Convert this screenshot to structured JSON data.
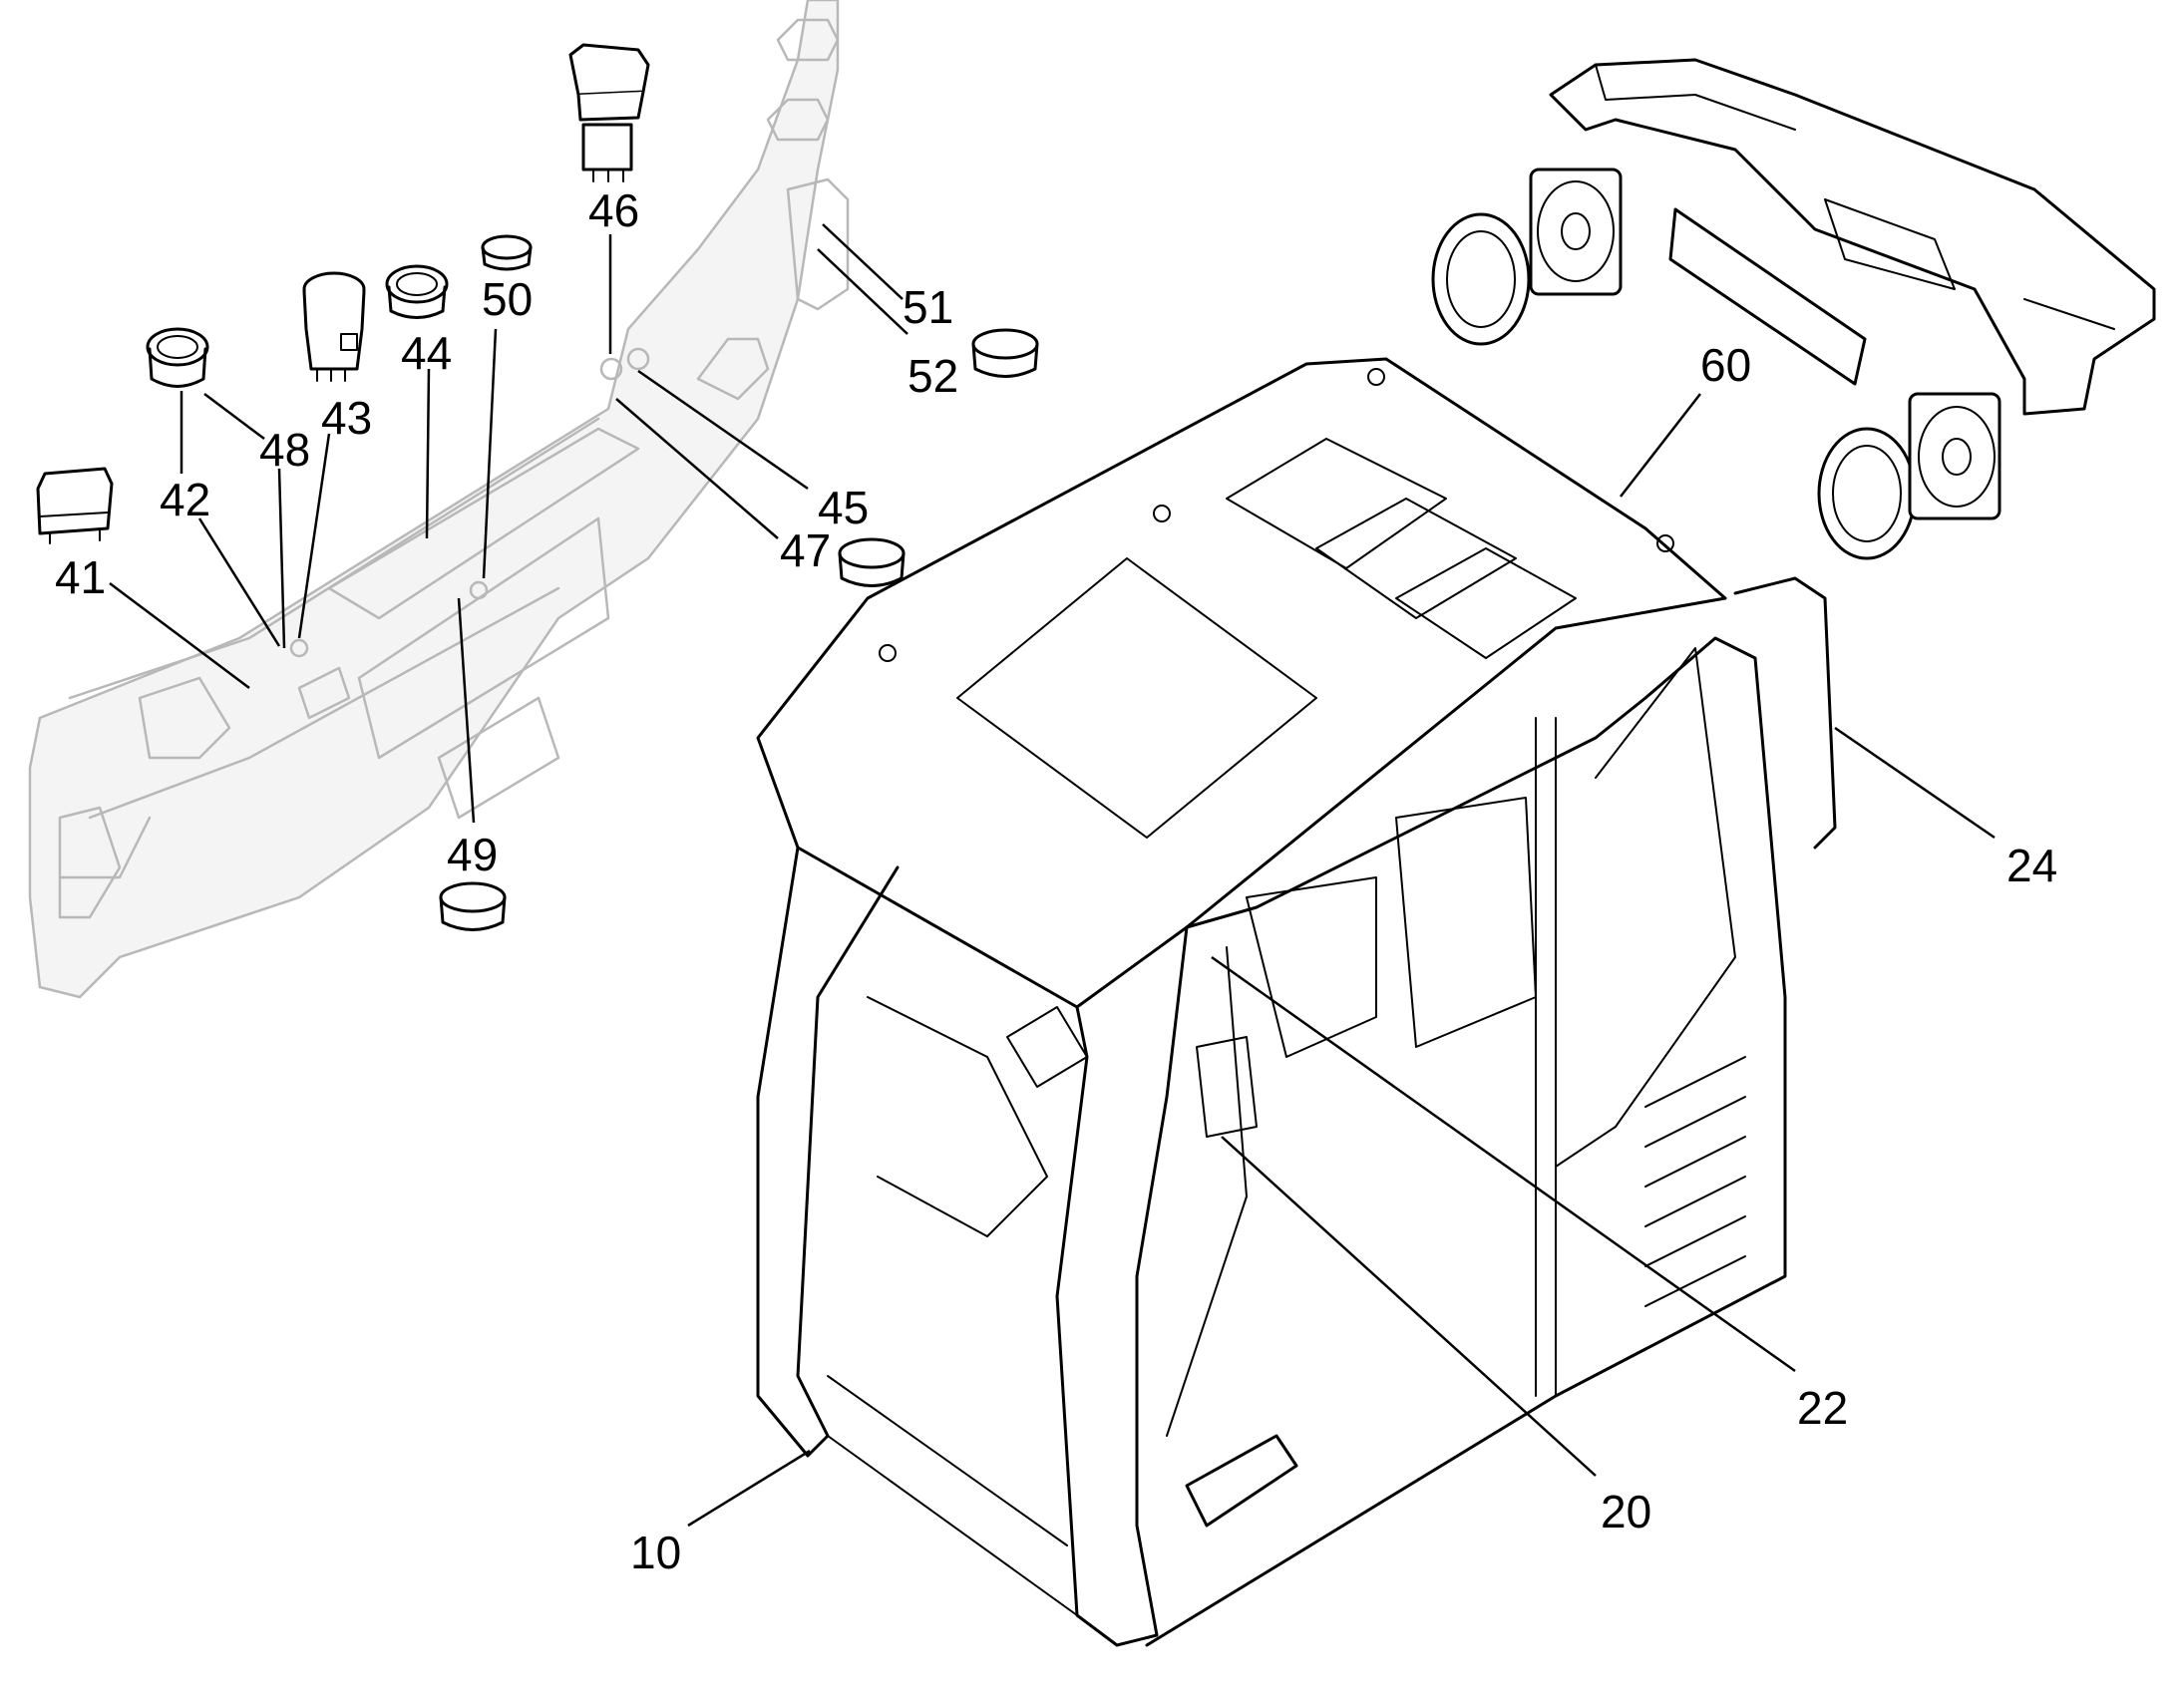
{
  "callouts": [
    {
      "id": "c10",
      "text": "10"
    },
    {
      "id": "c20",
      "text": "20"
    },
    {
      "id": "c22",
      "text": "22"
    },
    {
      "id": "c24",
      "text": "24"
    },
    {
      "id": "c41",
      "text": "41"
    },
    {
      "id": "c42",
      "text": "42"
    },
    {
      "id": "c43",
      "text": "43"
    },
    {
      "id": "c44",
      "text": "44"
    },
    {
      "id": "c45",
      "text": "45"
    },
    {
      "id": "c46",
      "text": "46"
    },
    {
      "id": "c47",
      "text": "47"
    },
    {
      "id": "c48",
      "text": "48"
    },
    {
      "id": "c49",
      "text": "49"
    },
    {
      "id": "c50",
      "text": "50"
    },
    {
      "id": "c51",
      "text": "51"
    },
    {
      "id": "c52",
      "text": "52"
    },
    {
      "id": "c60",
      "text": "60"
    }
  ]
}
